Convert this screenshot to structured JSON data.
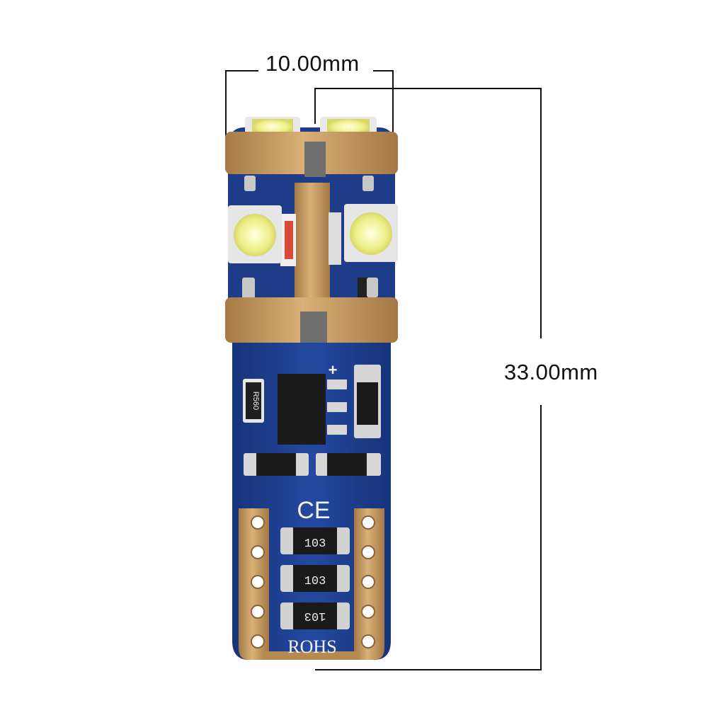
{
  "dimensions": {
    "width_label": "10.00mm",
    "length_label": "33.00mm"
  },
  "markings": {
    "resistor_top": "R560",
    "resistor_1": "103",
    "resistor_2": "103",
    "resistor_3": "103",
    "ce_mark": "CE",
    "rohs_mark": "ROHS",
    "polarity_plus": "+"
  },
  "colors": {
    "pcb_blue": "#1f3f8f",
    "copper": "#c9a066",
    "led_yellow": "#f0f08a",
    "component_black": "#1b1b1b",
    "silkscreen_white": "#f2f2f2"
  }
}
